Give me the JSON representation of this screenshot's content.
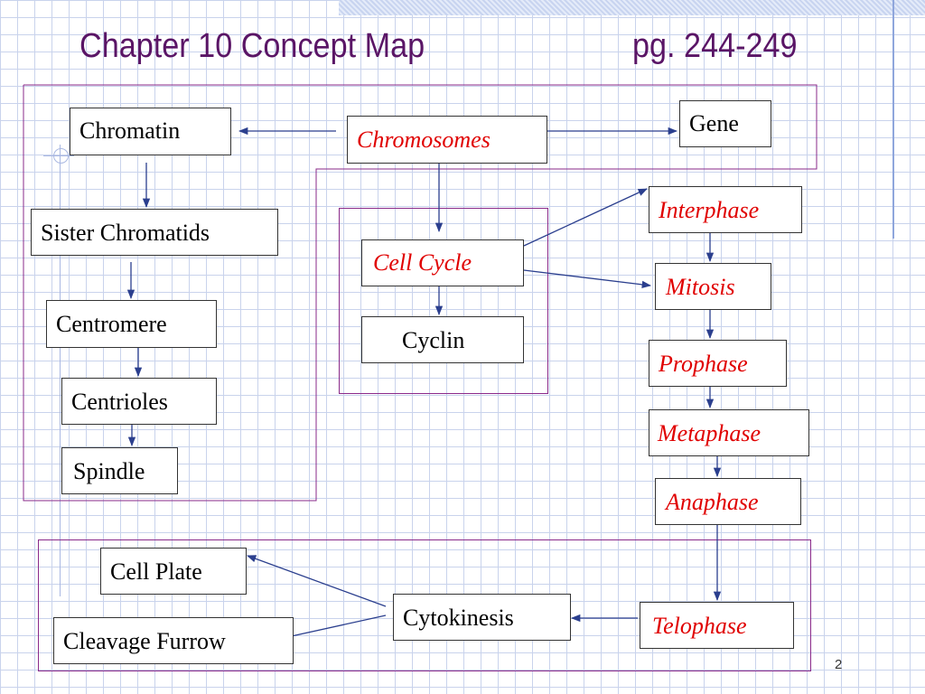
{
  "slide": {
    "title": "Chapter 10 Concept Map",
    "pages": "pg. 244-249",
    "number": "2"
  },
  "nodes": {
    "chromatin": "Chromatin",
    "sister_chromatids": "Sister Chromatids",
    "centromere": "Centromere",
    "centrioles": "Centrioles",
    "spindle": "Spindle",
    "chromosomes": "Chromosomes",
    "gene": "Gene",
    "cell_cycle": "Cell Cycle",
    "cyclin": "Cyclin",
    "interphase": "Interphase",
    "mitosis": "Mitosis",
    "prophase": "Prophase",
    "metaphase": "Metaphase",
    "anaphase": "Anaphase",
    "telophase": "Telophase",
    "cytokinesis": "Cytokinesis",
    "cell_plate": "Cell Plate",
    "cleavage_furrow": "Cleavage Furrow"
  },
  "colors": {
    "title": "#5a1566",
    "highlight_text": "#e00000",
    "arrow": "#2b3f8e",
    "group_border": "#8a2a8a",
    "grid": "#c9d3ec"
  }
}
